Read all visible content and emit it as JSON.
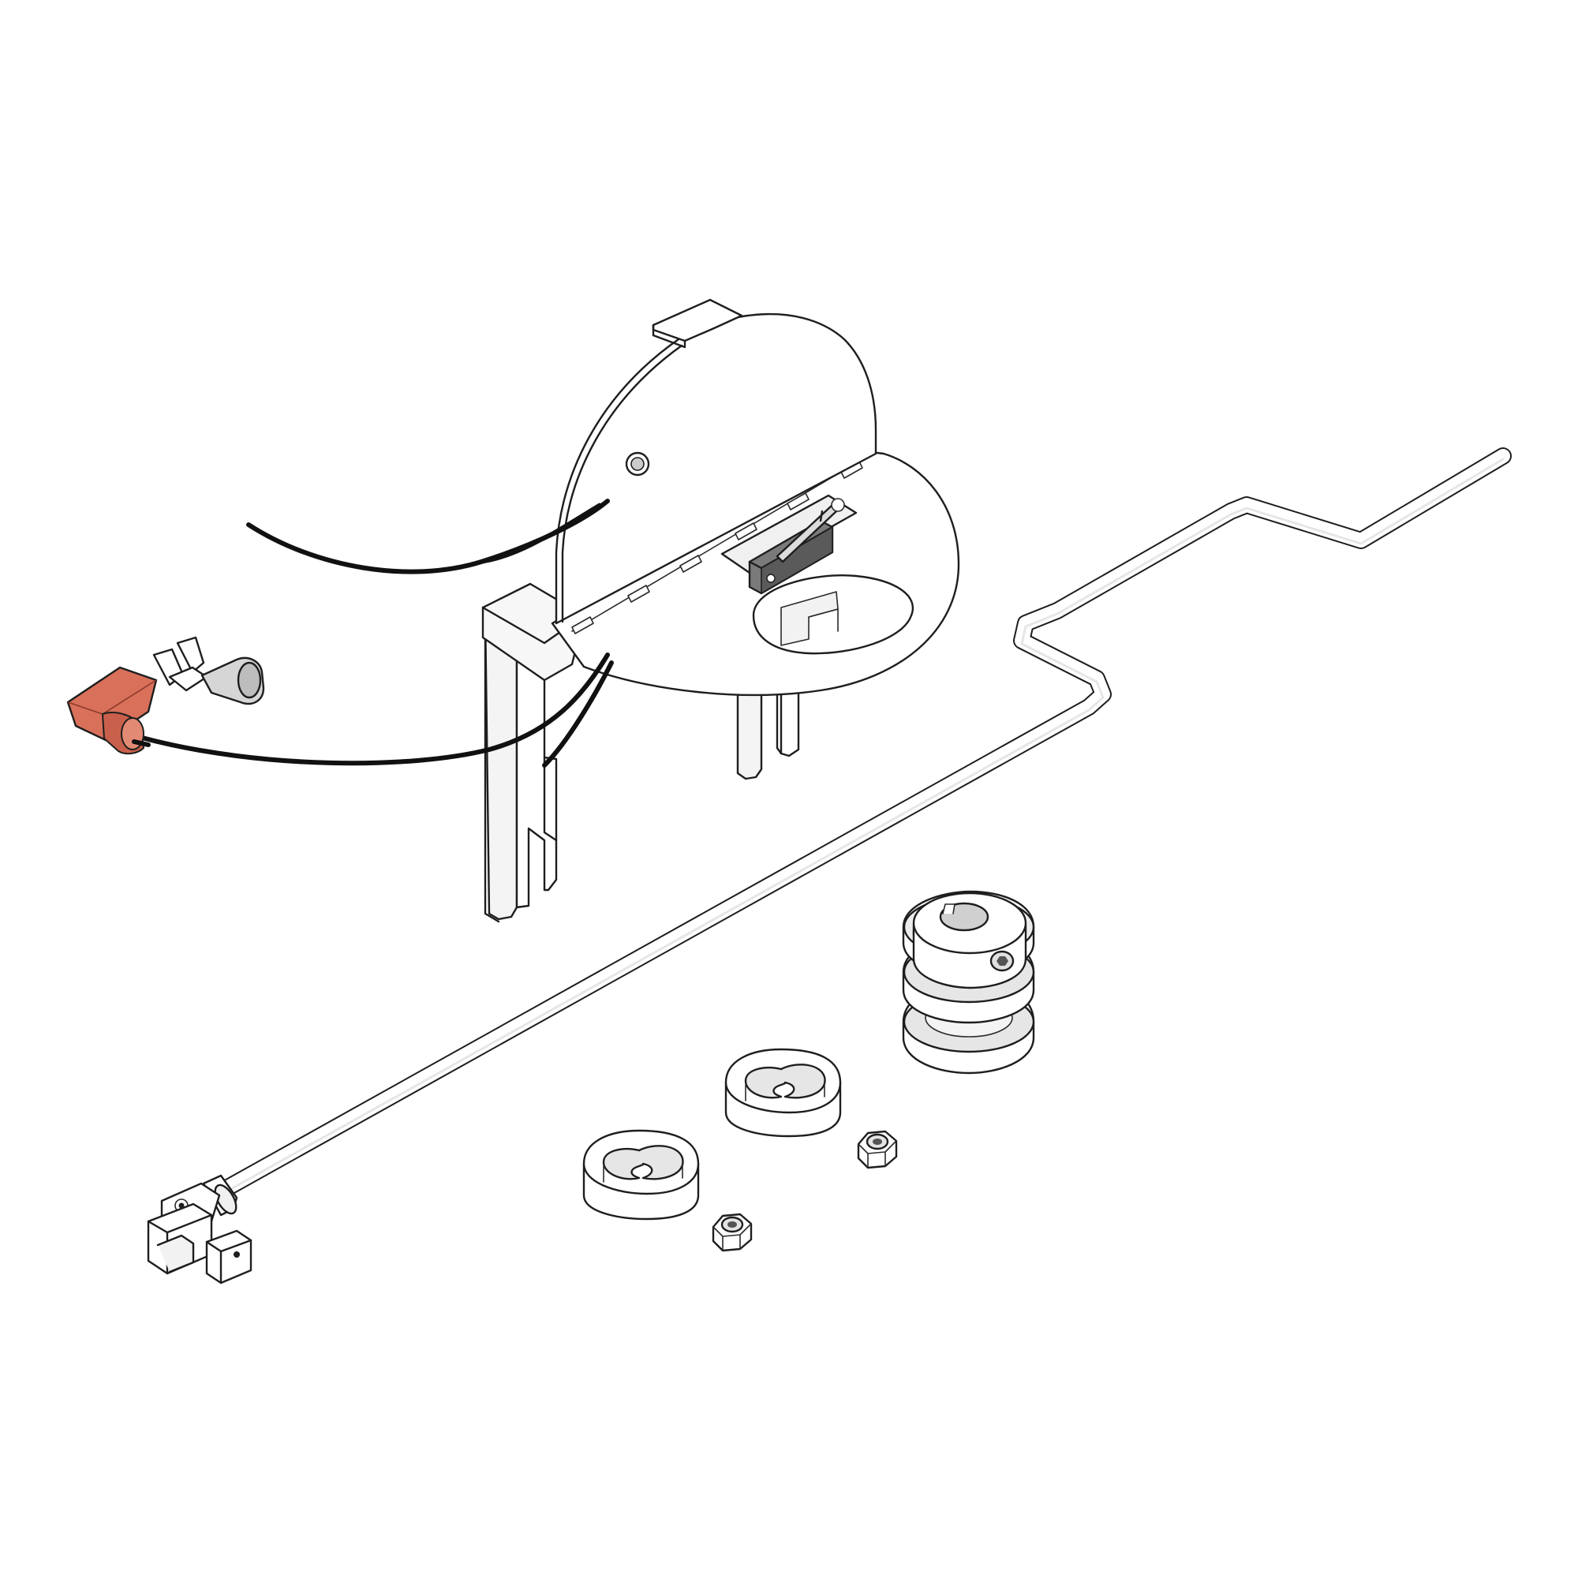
{
  "diagram": {
    "kind": "exploded-parts-illustration",
    "colors": {
      "background": "#ffffff",
      "outline": "#1e1e1e",
      "part_fill": "#ffffff",
      "shade_light": "#f0f0f0",
      "shade_mid": "#d9d9d9",
      "shade_dark": "#8a8a8a",
      "wire": "#111111",
      "connector_red": "#d9705a",
      "connector_red_dark": "#b84f3a"
    },
    "parts": [
      {
        "id": "mounting-bracket",
        "icon": "bracket-icon"
      },
      {
        "id": "limit-switch",
        "icon": "switch-icon"
      },
      {
        "id": "wire-harness",
        "icon": "wire-icon"
      },
      {
        "id": "spade-connector",
        "icon": "spade-terminal-icon"
      },
      {
        "id": "fork-terminal",
        "icon": "fork-terminal-icon"
      },
      {
        "id": "crank-rod",
        "icon": "rod-icon"
      },
      {
        "id": "universal-joint",
        "icon": "u-joint-icon"
      },
      {
        "id": "v-belt-pulley",
        "icon": "pulley-icon"
      },
      {
        "id": "clip-1",
        "icon": "clip-icon"
      },
      {
        "id": "clip-2",
        "icon": "clip-icon"
      },
      {
        "id": "lock-nut-1",
        "icon": "nut-icon"
      },
      {
        "id": "lock-nut-2",
        "icon": "nut-icon"
      }
    ]
  }
}
